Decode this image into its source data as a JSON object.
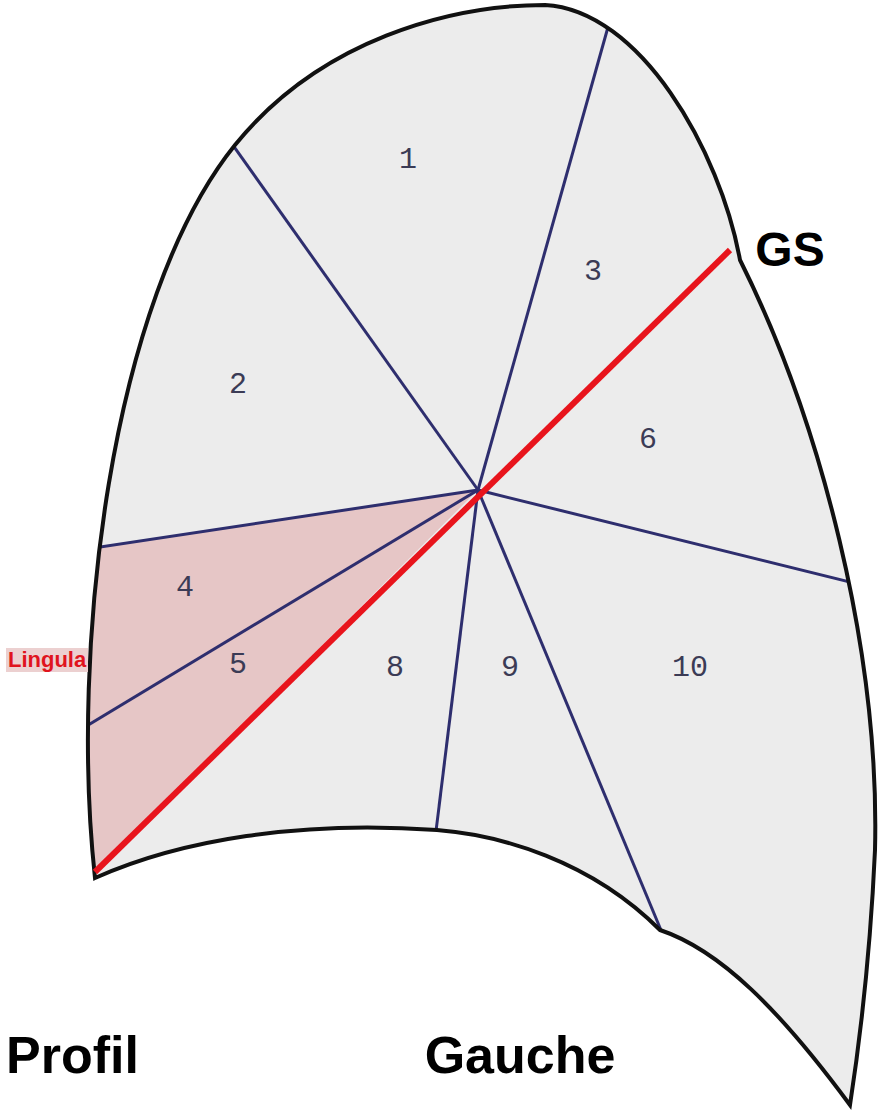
{
  "diagram": {
    "labels": [
      "1",
      "3",
      "GS",
      "2",
      "6",
      "4",
      "Lingula",
      "5",
      "8",
      "9",
      "10",
      "Profil",
      "Gauche"
    ]
  }
}
